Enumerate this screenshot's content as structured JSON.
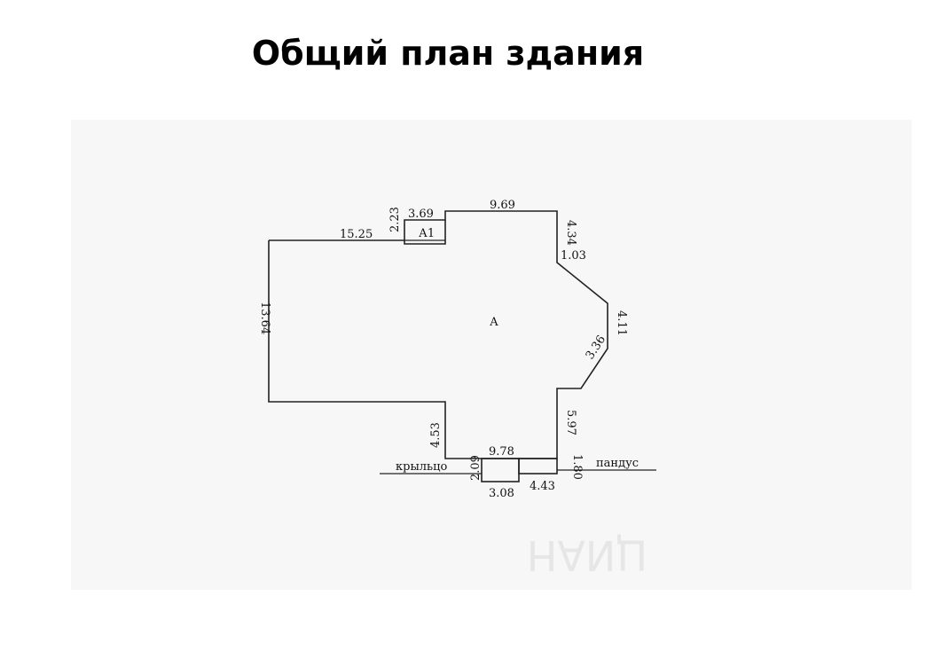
{
  "title": "Общий план здания",
  "rooms": {
    "main": "А",
    "annex": "А1"
  },
  "dimensions": {
    "top_left": "15.25",
    "annex_height": "2.23",
    "annex_width": "3.69",
    "top_right": "9.69",
    "right_upper": "4.34",
    "right_step": "1.03",
    "right_bay": "4.11",
    "right_diagonal": "3.36",
    "right_lower": "5.97",
    "left_height": "13.64",
    "left_lower": "4.53",
    "bottom": "9.78",
    "porch_height": "2.09",
    "porch_width": "3.08",
    "ramp_width": "4.43",
    "ramp_height": "1.80"
  },
  "labels": {
    "porch": "крыльцо",
    "ramp": "пандус"
  },
  "watermark": "ЦИАН"
}
